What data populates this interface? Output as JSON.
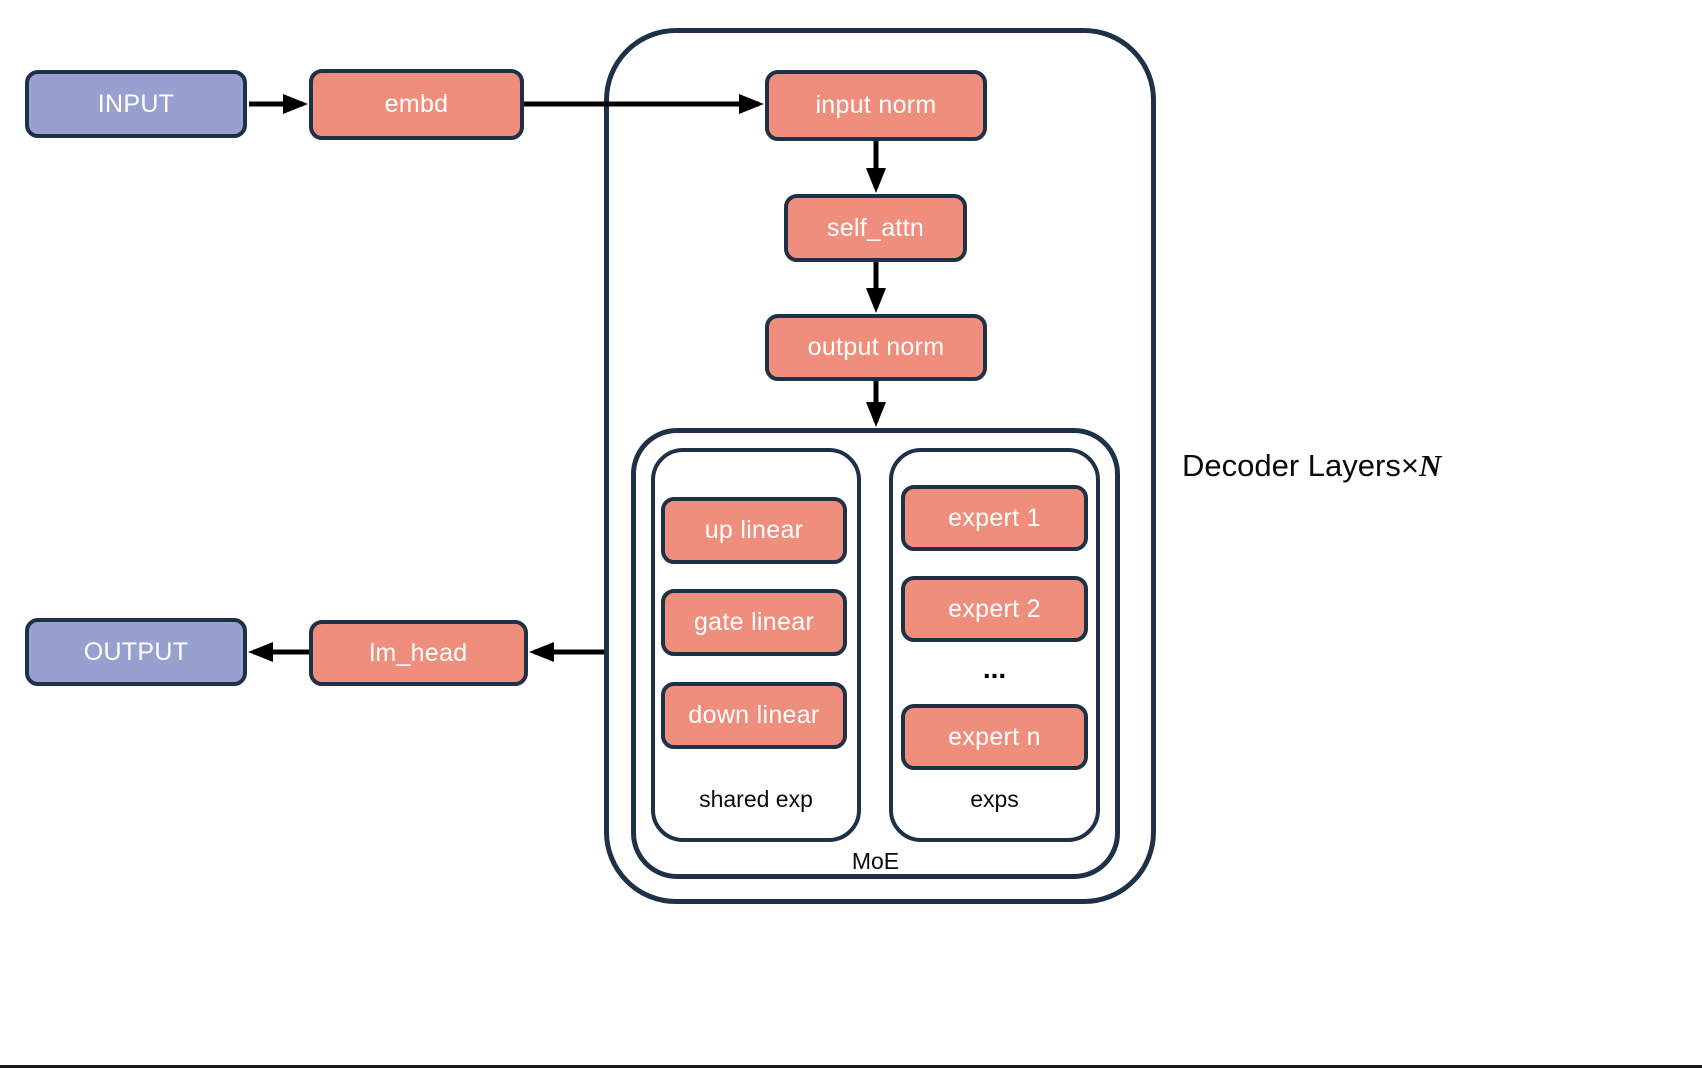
{
  "colors": {
    "purple_fill": "#97A0CE",
    "salmon_fill": "#EF8E7D",
    "outline": "#1E3147",
    "arrow": "#000000",
    "box_text": "#FFFFFF",
    "label_text": "#0B0B0B"
  },
  "nodes": {
    "input": "INPUT",
    "embd": "embd",
    "input_norm": "input norm",
    "self_attn": "self_attn",
    "output_norm": "output norm",
    "up_linear": "up linear",
    "gate_linear": "gate linear",
    "down_linear": "down linear",
    "expert_1": "expert 1",
    "expert_2": "expert 2",
    "expert_ellipsis": "...",
    "expert_n": "expert n",
    "lm_head": "lm_head",
    "output": "OUTPUT"
  },
  "labels": {
    "shared_exp": "shared exp",
    "exps": "exps",
    "moe": "MoE",
    "decoder_layers_prefix": "Decoder Layers×",
    "decoder_layers_n": "N"
  }
}
